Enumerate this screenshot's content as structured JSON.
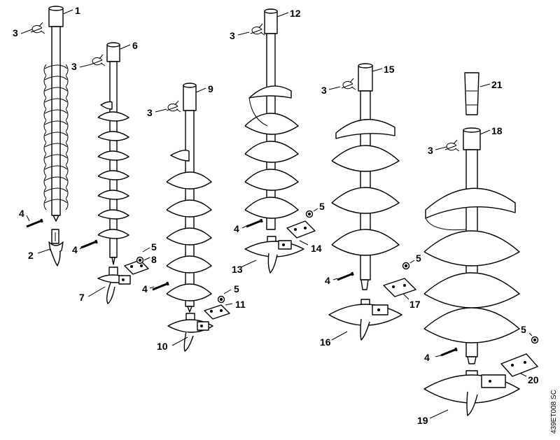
{
  "labels": {
    "l1": "1",
    "l2": "2",
    "l3": "3",
    "l4": "4",
    "l5": "5",
    "l6": "6",
    "l7": "7",
    "l8": "8",
    "l9": "9",
    "l10": "10",
    "l11": "11",
    "l12": "12",
    "l13": "13",
    "l14": "14",
    "l15": "15",
    "l16": "16",
    "l17": "17",
    "l18": "18",
    "l19": "19",
    "l20": "20",
    "l21": "21"
  },
  "drawing_code": "439ET008 SC"
}
